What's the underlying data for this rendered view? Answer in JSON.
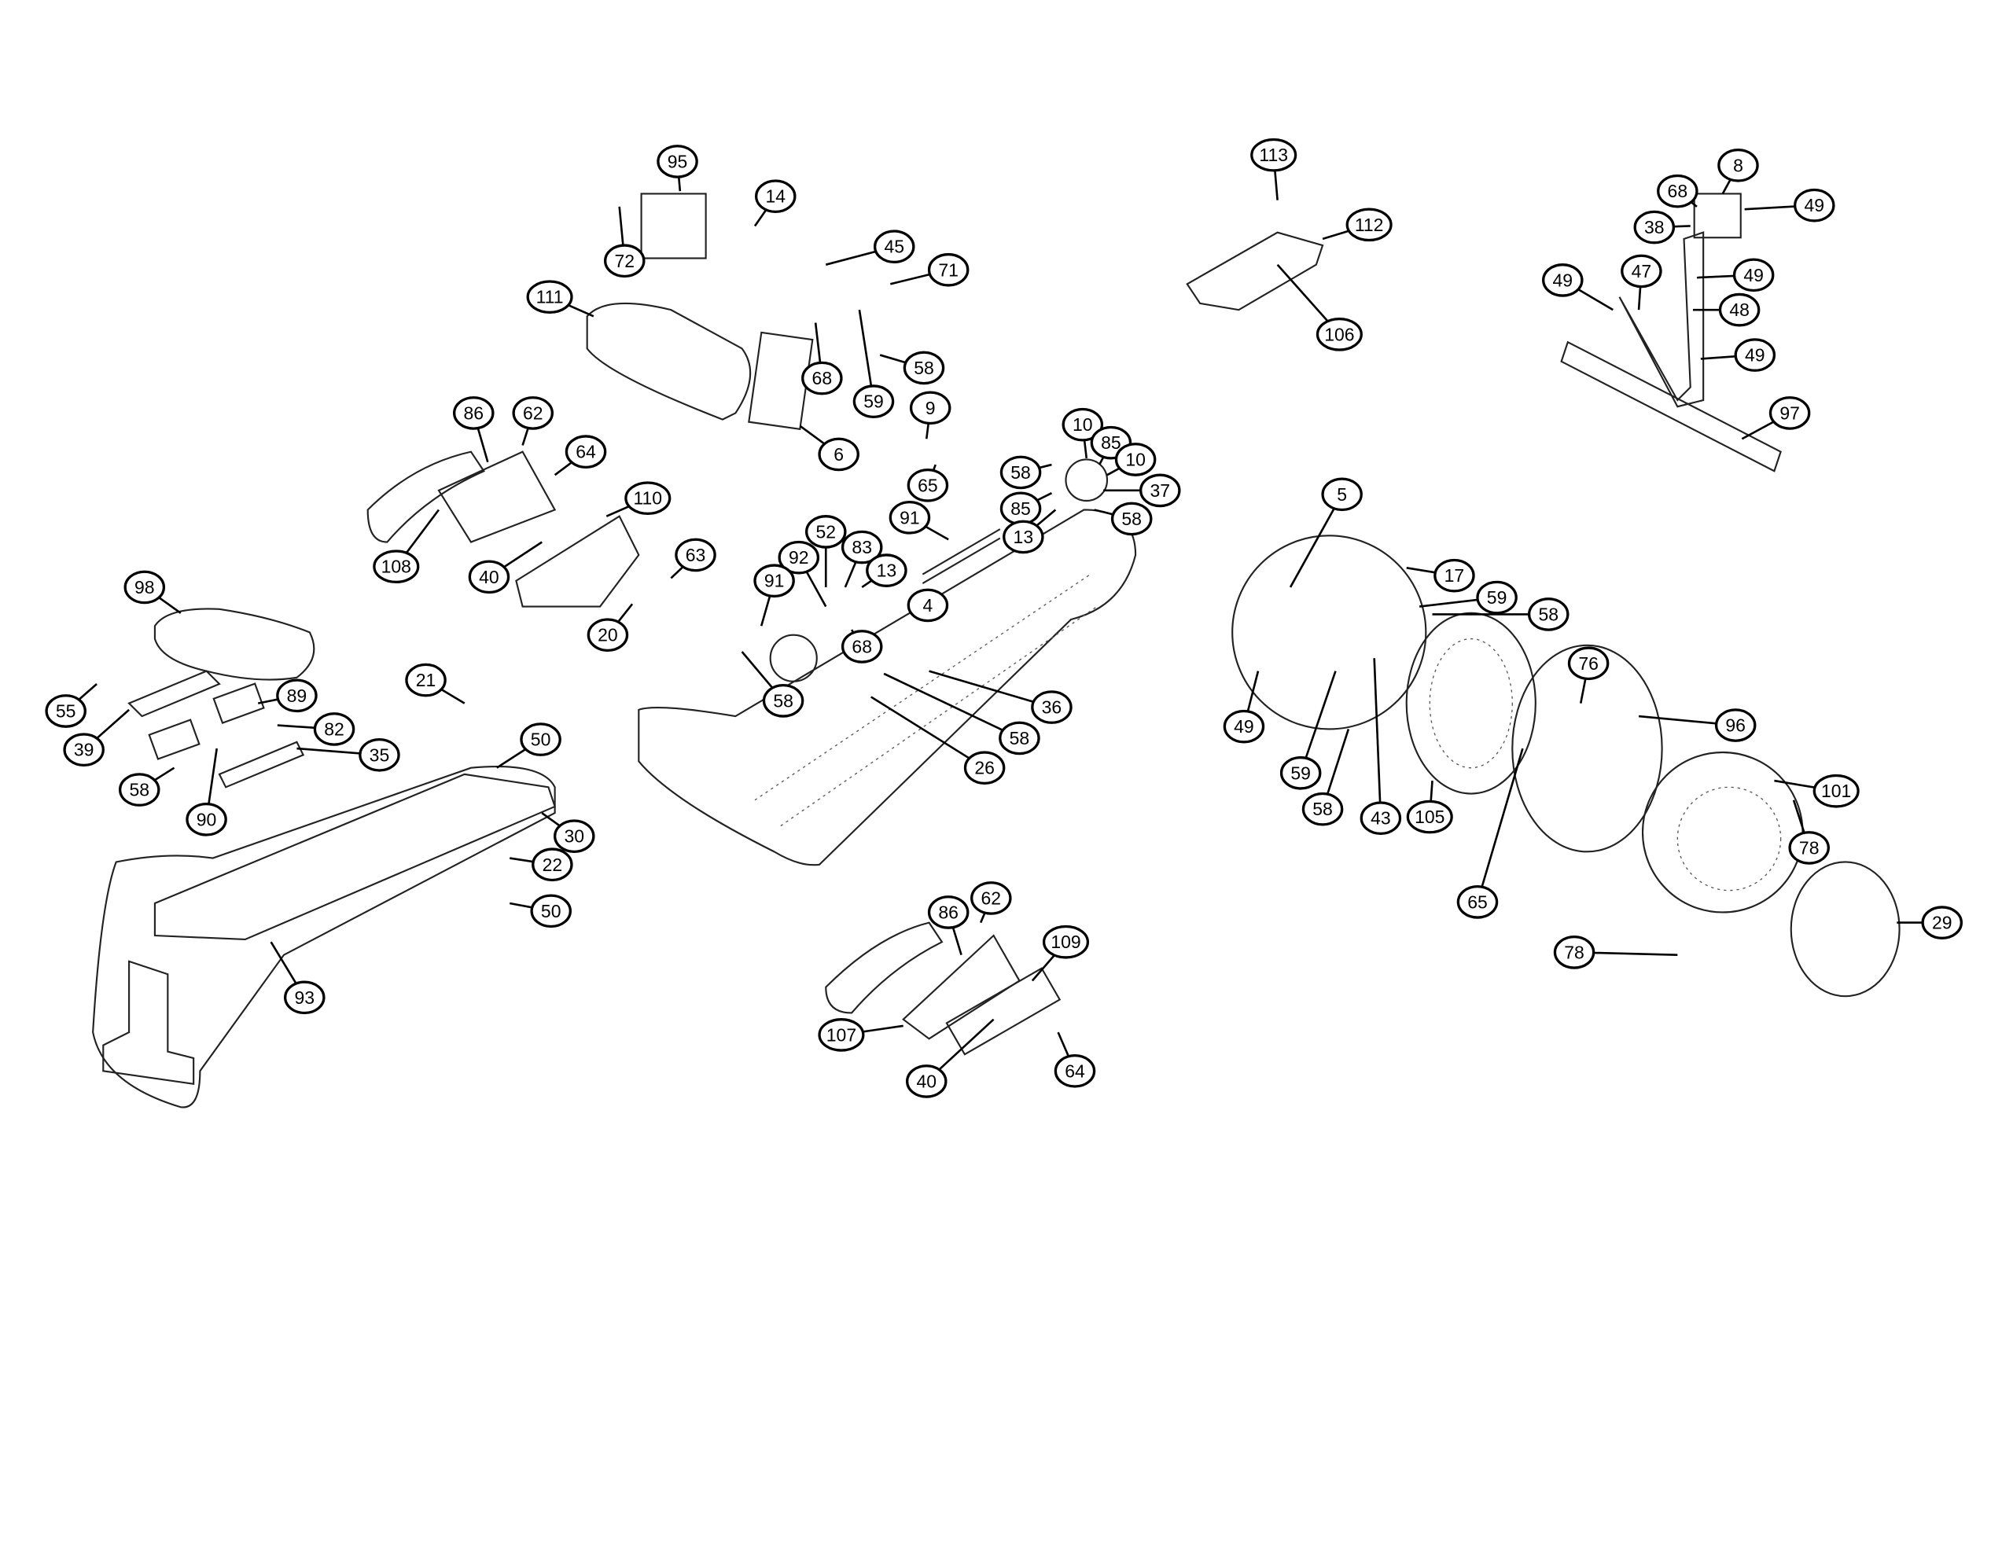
{
  "diagram": {
    "type": "exploded-parts-diagram",
    "callouts": [
      "95",
      "14",
      "72",
      "45",
      "71",
      "111",
      "58",
      "68",
      "59",
      "6",
      "9",
      "65",
      "10",
      "85",
      "10",
      "58",
      "37",
      "85",
      "13",
      "58",
      "91",
      "52",
      "92",
      "83",
      "13",
      "91",
      "4",
      "68",
      "58",
      "36",
      "58",
      "26",
      "86",
      "62",
      "64",
      "110",
      "108",
      "40",
      "63",
      "20",
      "98",
      "55",
      "39",
      "89",
      "82",
      "35",
      "58",
      "90",
      "21",
      "50",
      "30",
      "22",
      "50",
      "93",
      "86",
      "62",
      "109",
      "107",
      "40",
      "64",
      "113",
      "112",
      "106",
      "8",
      "68",
      "49",
      "38",
      "49",
      "47",
      "49",
      "48",
      "49",
      "97",
      "5",
      "17",
      "59",
      "58",
      "49",
      "59",
      "58",
      "43",
      "105",
      "76",
      "96",
      "101",
      "78",
      "65",
      "29",
      "78"
    ]
  }
}
